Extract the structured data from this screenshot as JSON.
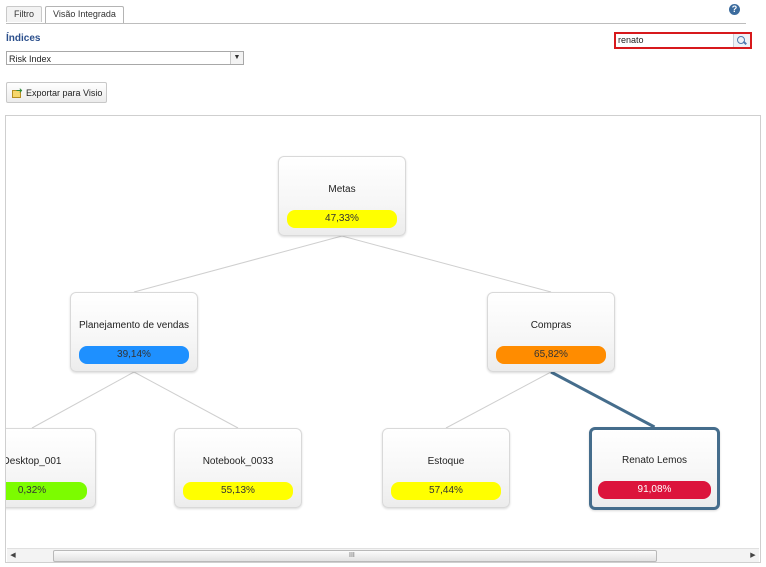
{
  "tabs": [
    {
      "label": "Filtro",
      "active": false
    },
    {
      "label": "Visão Integrada",
      "active": true
    }
  ],
  "help_icon": "help-icon",
  "indices": {
    "label": "Índices",
    "selected": "Risk Index"
  },
  "toolbar": {
    "export_label": "Exportar para Visio"
  },
  "search": {
    "value": "renato",
    "placeholder": ""
  },
  "diagram": {
    "nodes": [
      {
        "id": "metas",
        "title": "Metas",
        "value": "47,33%",
        "color": "#ffff00",
        "selected": false
      },
      {
        "id": "planejamento",
        "title": "Planejamento de vendas",
        "value": "39,14%",
        "color": "#1e90ff",
        "selected": false
      },
      {
        "id": "compras",
        "title": "Compras",
        "value": "65,82%",
        "color": "#ff8c00",
        "selected": false
      },
      {
        "id": "desktop",
        "title": "Desktop_001",
        "value": "0,32%",
        "color": "#7cfc00",
        "selected": false
      },
      {
        "id": "notebook",
        "title": "Notebook_0033",
        "value": "55,13%",
        "color": "#ffff00",
        "selected": false
      },
      {
        "id": "estoque",
        "title": "Estoque",
        "value": "57,44%",
        "color": "#ffff00",
        "selected": false
      },
      {
        "id": "renato",
        "title": "Renato Lemos",
        "value": "91,08%",
        "color": "#dc143c",
        "selected": true
      }
    ],
    "edges": [
      {
        "from": "metas",
        "to": "planejamento",
        "highlight": false
      },
      {
        "from": "metas",
        "to": "compras",
        "highlight": false
      },
      {
        "from": "planejamento",
        "to": "desktop",
        "highlight": false
      },
      {
        "from": "planejamento",
        "to": "notebook",
        "highlight": false
      },
      {
        "from": "compras",
        "to": "estoque",
        "highlight": false
      },
      {
        "from": "compras",
        "to": "renato",
        "highlight": true
      }
    ],
    "edge_color": "#cfcfcf",
    "highlight_color": "#456d8c"
  },
  "scrollbar": {
    "grip": "III"
  }
}
